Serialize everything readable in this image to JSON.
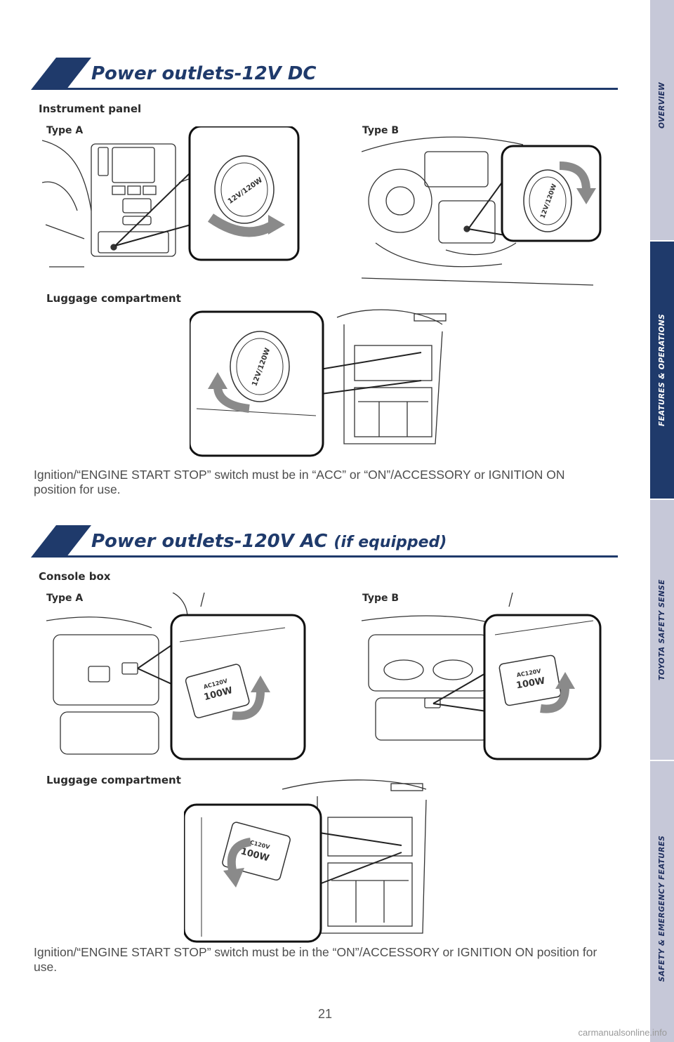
{
  "nav": {
    "tabs": [
      {
        "label": "OVERVIEW",
        "active": false
      },
      {
        "label": "FEATURES & OPERATIONS",
        "active": true
      },
      {
        "label": "TOYOTA SAFETY SENSE",
        "active": false
      },
      {
        "label": "SAFETY & EMERGENCY FEATURES",
        "active": false
      }
    ]
  },
  "section_12v": {
    "title": "Power outlets-12V DC",
    "instrument_panel_label": "Instrument panel",
    "type_a_label": "Type A",
    "type_b_label": "Type B",
    "luggage_label": "Luggage compartment",
    "outlet_cap_text": "12V/120W",
    "note": "Ignition/“ENGINE START STOP” switch must be in “ACC” or “ON”/ACCESSORY or IGNITION ON position for use."
  },
  "section_120v": {
    "title": "Power outlets-120V AC",
    "title_suffix": "(if equipped)",
    "console_label": "Console box",
    "type_a_label": "Type A",
    "type_b_label": "Type B",
    "luggage_label": "Luggage compartment",
    "outlet_line1": "AC120V",
    "outlet_line2": "100W",
    "note": "Ignition/“ENGINE START STOP” switch must be in the “ON”/ACCESSORY or IGNITION ON  position for use."
  },
  "footer": {
    "page_number": "21",
    "watermark": "carmanualsonline.info"
  },
  "colors": {
    "brand_navy": "#1f3a6b",
    "nav_bg": "#c6c8d8",
    "arrow_gray": "#8a8a8a"
  }
}
